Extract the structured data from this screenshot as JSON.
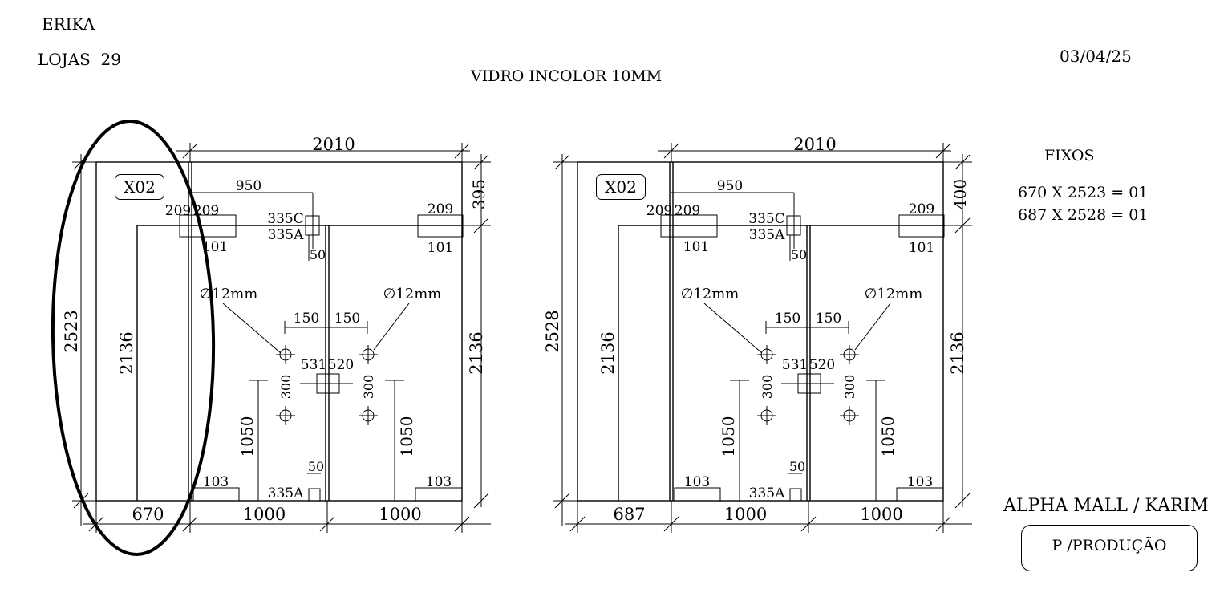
{
  "header": {
    "client": "ERIKA",
    "store": "LOJAS  29",
    "date": "03/04/25",
    "material": "VIDRO INCOLOR 10MM"
  },
  "summary": {
    "title": "FIXOS",
    "lines": [
      "670 X 2523 = 01",
      "687 X 2528 = 01"
    ],
    "location": "ALPHA MALL / KARIM",
    "stamp": "P /PRODUÇÃO"
  },
  "drawings": [
    {
      "id": "left",
      "tag": "X02",
      "overall_width": "2010",
      "overall_height": "2523",
      "top_gap": "395",
      "fixed_width": "670",
      "door_width_left": "1000",
      "door_width_right": "1000",
      "door_height_left": "2136",
      "door_height_right": "2136",
      "offset_950": "950",
      "pivot_top_c": "335C",
      "pivot_top_a": "335A",
      "pivot_bottom_a": "335A",
      "dim_209_a": "209",
      "dim_209_b": "209",
      "dim_209_c": "209",
      "dim_101_a": "101",
      "dim_101_b": "101",
      "dim_50_top": "50",
      "dim_50_bottom": "50",
      "hole_left": "∅12mm",
      "hole_right": "∅12mm",
      "dim_150_a": "150",
      "dim_150_b": "150",
      "dim_300_a": "300",
      "dim_300_b": "300",
      "dim_531": "531",
      "dim_520": "520",
      "dim_1050_a": "1050",
      "dim_1050_b": "1050",
      "dim_103_a": "103",
      "dim_103_b": "103"
    },
    {
      "id": "right",
      "tag": "X02",
      "overall_width": "2010",
      "overall_height": "2528",
      "top_gap": "400",
      "fixed_width": "687",
      "door_width_left": "1000",
      "door_width_right": "1000",
      "door_height_left": "2136",
      "door_height_right": "2136",
      "offset_950": "950",
      "pivot_top_c": "335C",
      "pivot_top_a": "335A",
      "pivot_bottom_a": "335A",
      "dim_209_a": "209",
      "dim_209_b": "209",
      "dim_209_c": "209",
      "dim_101_a": "101",
      "dim_101_b": "101",
      "dim_50_top": "50",
      "dim_50_bottom": "50",
      "hole_left": "∅12mm",
      "hole_right": "∅12mm",
      "dim_150_a": "150",
      "dim_150_b": "150",
      "dim_300_a": "300",
      "dim_300_b": "300",
      "dim_531": "531",
      "dim_520": "520",
      "dim_1050_a": "1050",
      "dim_1050_b": "1050",
      "dim_103_a": "103",
      "dim_103_b": "103"
    }
  ]
}
